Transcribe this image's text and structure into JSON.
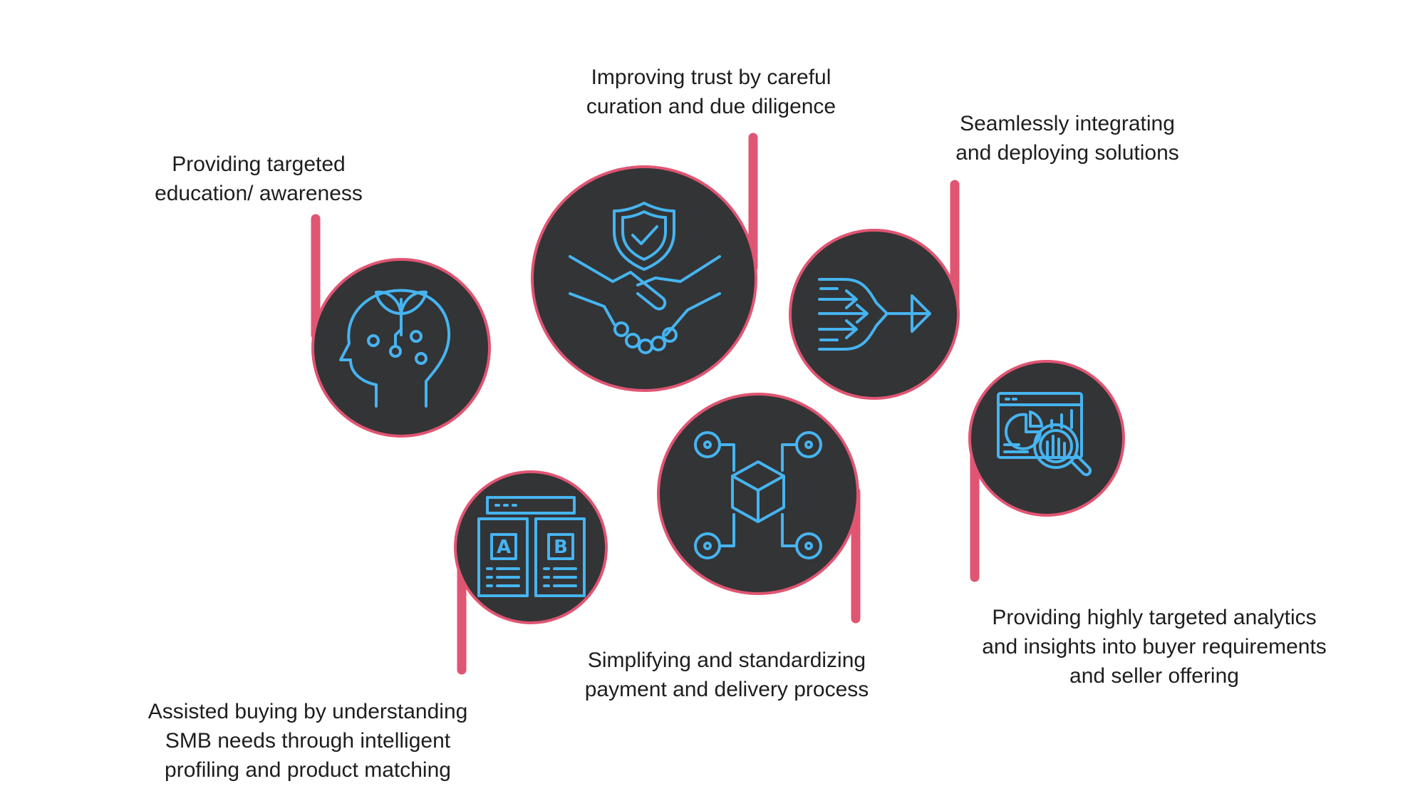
{
  "colors": {
    "accent": "#e05572",
    "disc": "#333436",
    "icon": "#46b4f0",
    "text": "#1e1e1e"
  },
  "items": [
    {
      "id": "education",
      "icon": "brain-plant-head-icon",
      "text": [
        "Providing targeted",
        "education/ awareness"
      ]
    },
    {
      "id": "trust",
      "icon": "shield-handshake-icon",
      "text": [
        "Improving trust by careful",
        "curation and due diligence"
      ]
    },
    {
      "id": "integration",
      "icon": "merge-arrows-icon",
      "text": [
        "Seamlessly integrating",
        "and deploying solutions"
      ]
    },
    {
      "id": "assisted-buying",
      "icon": "ab-compare-icon",
      "text": [
        "Assisted buying by understanding",
        "SMB needs through intelligent",
        "profiling and product matching"
      ]
    },
    {
      "id": "payment",
      "icon": "cube-network-icon",
      "text": [
        "Simplifying and standardizing",
        "payment and delivery process"
      ]
    },
    {
      "id": "analytics",
      "icon": "analytics-magnifier-icon",
      "text": [
        "Providing highly targeted analytics",
        "and insights into buyer requirements",
        "and seller offering"
      ]
    }
  ]
}
